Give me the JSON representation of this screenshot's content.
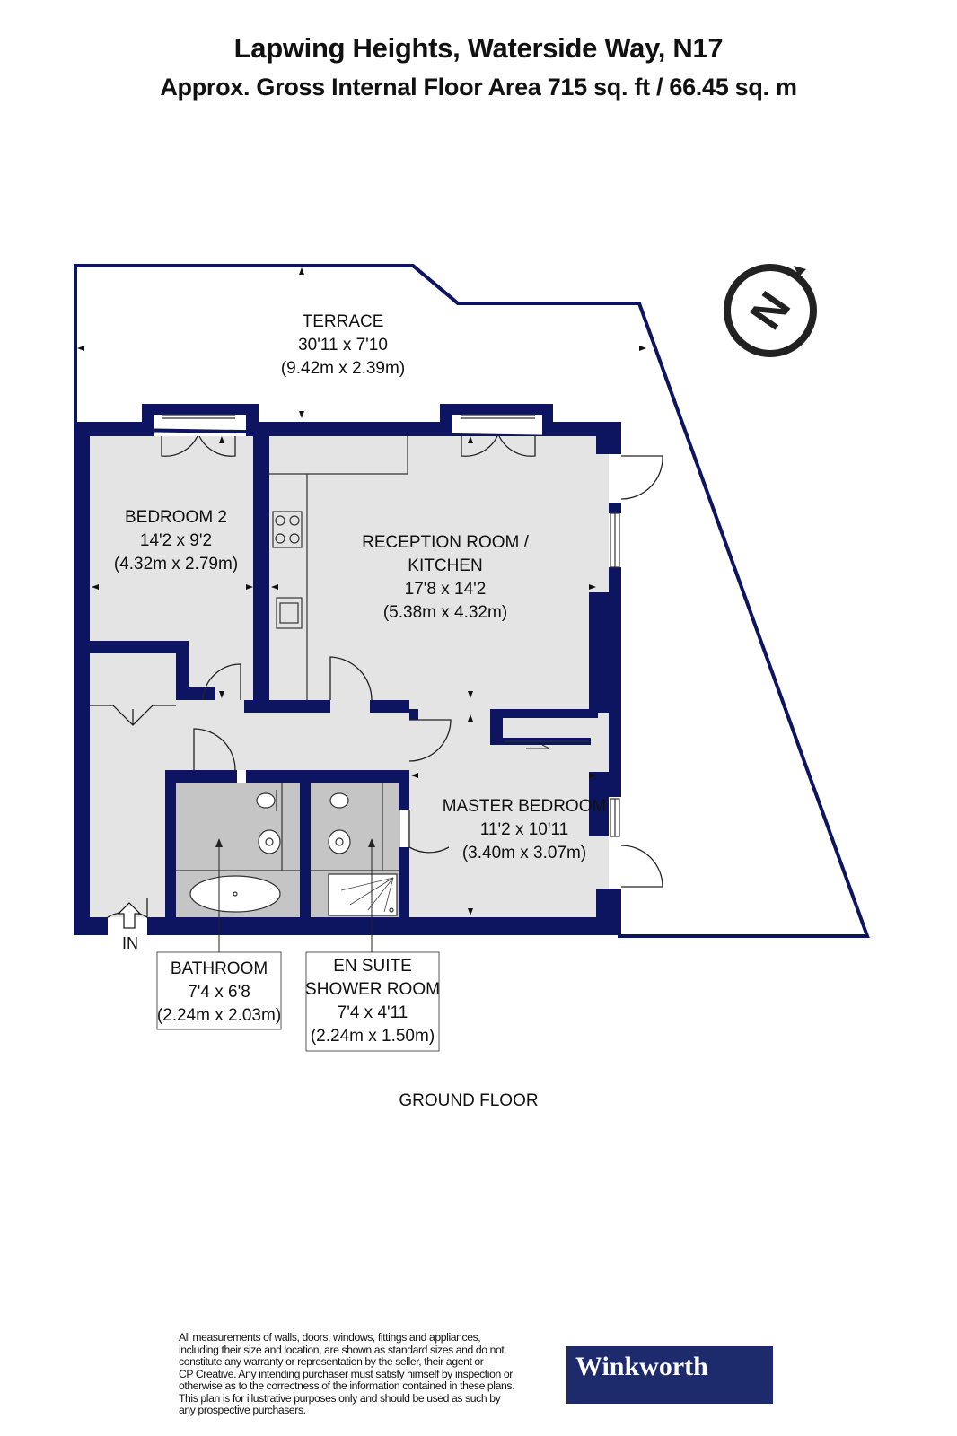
{
  "header": {
    "title": "Lapwing Heights, Waterside Way, N17",
    "subtitle": "Approx. Gross Internal Floor Area 715 sq. ft / 66.45 sq. m"
  },
  "rooms": {
    "terrace": {
      "name": "TERRACE",
      "imperial": "30'11 x 7'10",
      "metric": "(9.42m x 2.39m)"
    },
    "bedroom2": {
      "name": "BEDROOM 2",
      "imperial": "14'2 x 9'2",
      "metric": "(4.32m x 2.79m)"
    },
    "reception": {
      "name_line1": "RECEPTION ROOM /",
      "name_line2": "KITCHEN",
      "imperial": "17'8 x 14'2",
      "metric": "(5.38m x 4.32m)"
    },
    "master": {
      "name": "MASTER BEDROOM",
      "imperial": "11'2 x 10'11",
      "metric": "(3.40m x 3.07m)"
    },
    "bathroom": {
      "name": "BATHROOM",
      "imperial": "7'4 x 6'8",
      "metric": "(2.24m x 2.03m)"
    },
    "ensuite": {
      "name_line1": "EN SUITE",
      "name_line2": "SHOWER ROOM",
      "imperial": "7'4 x 4'11",
      "metric": "(2.24m x 1.50m)"
    }
  },
  "entrance_label": "IN",
  "floor_label": "GROUND FLOOR",
  "compass_letter": "N",
  "disclaimer_lines": [
    "All measurements of walls, doors, windows, fittings and appliances,",
    "including their size and location, are shown as standard sizes and do not",
    "constitute any warranty or representation by the seller, their agent or",
    "CP Creative. Any intending purchaser must satisfy himself by inspection or",
    "otherwise as to the correctness of the information contained in these plans.",
    "This plan is for illustrative purposes only and should be used as such by",
    "any prospective purchasers."
  ],
  "brand": "Winkworth",
  "colors": {
    "wall": "#0d1560",
    "floor": "#e4e4e4",
    "wet_room": "#c5c5c5",
    "brand_bg": "#1d2a6b"
  }
}
